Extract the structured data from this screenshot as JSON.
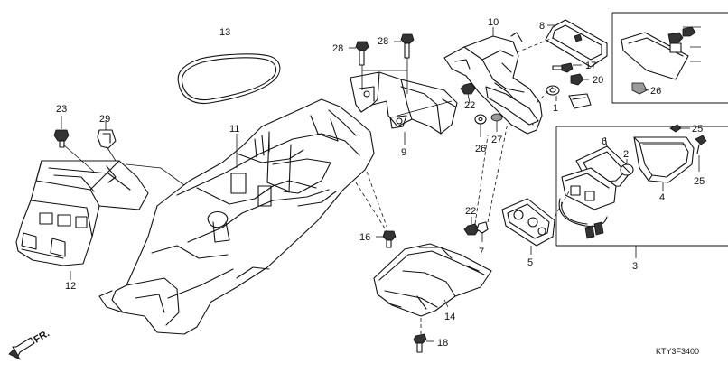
{
  "diagram_code": "KTY3F3400",
  "direction_label": "FR.",
  "callouts": {
    "p1": "1",
    "p2": "2",
    "p3": "3",
    "p4": "4",
    "p5": "5",
    "p6": "6",
    "p7": "7",
    "p8": "8",
    "p9": "9",
    "p10": "10",
    "p11": "11",
    "p12": "12",
    "p13": "13",
    "p14": "14",
    "p16": "16",
    "p17": "17",
    "p18": "18",
    "p20": "20",
    "p22a": "22",
    "p22b": "22",
    "p23": "23",
    "p25a": "25",
    "p25b": "25",
    "p26a": "26",
    "p26b": "26",
    "p27": "27",
    "p28a": "28",
    "p28b": "28",
    "p29": "29"
  }
}
